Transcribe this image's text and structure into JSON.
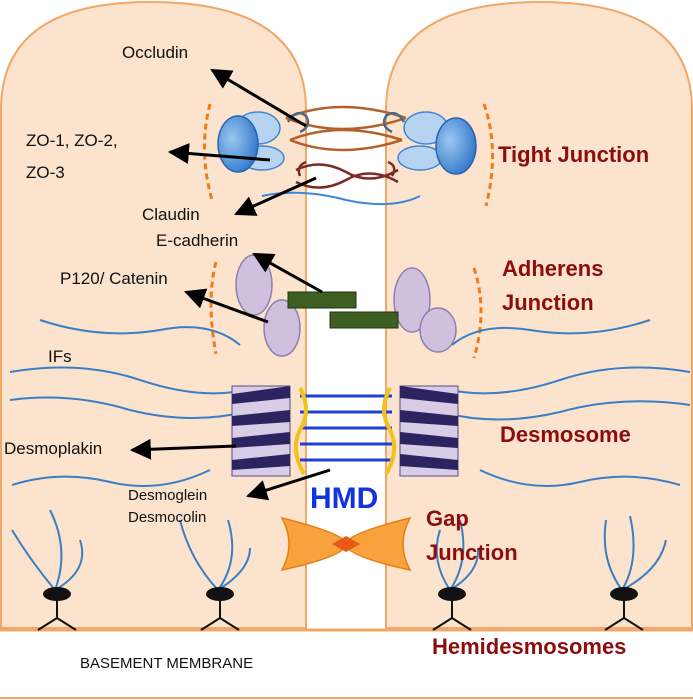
{
  "labels": {
    "occludin": "Occludin",
    "zo_line1": "ZO-1, ZO-2,",
    "zo_line2": "ZO-3",
    "claudin": "Claudin",
    "e_cadherin": "E-cadherin",
    "p120_catenin": "P120/ Catenin",
    "ifs": "IFs",
    "desmoplakin": "Desmoplakin",
    "desmoglein": "Desmoglein",
    "desmocolin": "Desmocolin",
    "hmd": "HMD",
    "basement_membrane": "BASEMENT MEMBRANE"
  },
  "junctions": {
    "tight": "Tight Junction",
    "adherens_line1": "Adherens",
    "adherens_line2": "Junction",
    "desmosome": "Desmosome",
    "gap_line1": "Gap",
    "gap_line2": "Junction",
    "hemidesmosomes": "Hemidesmosomes"
  },
  "colors": {
    "cell_fill": "#fbe3cd",
    "cell_stroke": "#f0a868",
    "junction_text": "#8b0d0d",
    "hmd_text": "#1133e0",
    "zo_blue": "#3f86d6",
    "cadherin_green": "#3f5e22",
    "catenin_lavender": "#cfc0de",
    "gap_orange": "#f7a23c"
  }
}
